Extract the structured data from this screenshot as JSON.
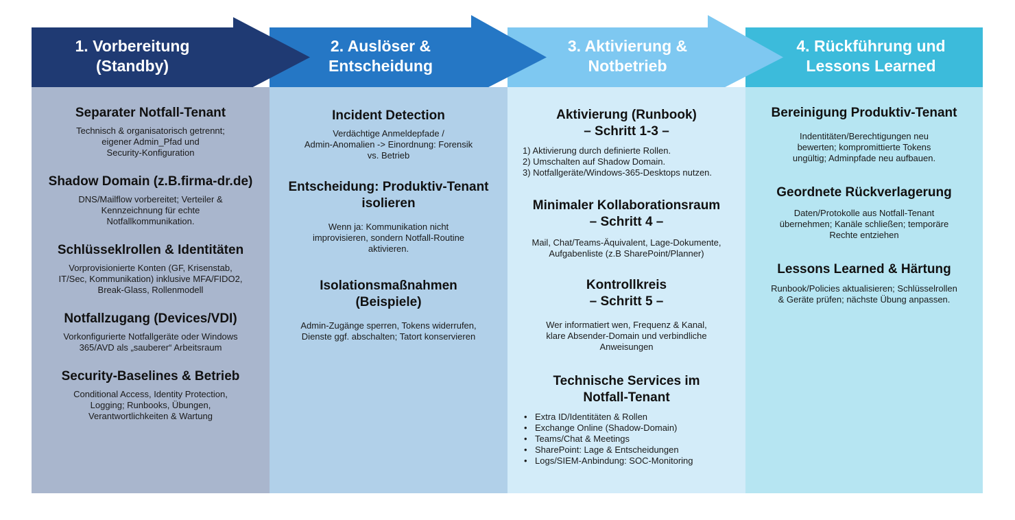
{
  "colors": {
    "phase1": "#1f3a73",
    "phase2": "#2577c5",
    "phase3": "#7ec8f1",
    "phase4": "#3cbbdb"
  },
  "phases": [
    {
      "title": "1. Vorbereitung\n(Standby)",
      "sections": [
        {
          "title": "Separater Notfall-Tenant",
          "body": "Technisch & organisatorisch getrennt;\neigener Admin_Pfad und\nSecurity-Konfiguration"
        },
        {
          "title": "Shadow Domain (z.B.firma-dr.de)",
          "body": "DNS/Mailflow vorbereitet; Verteiler &\nKennzeichnung für echte\nNotfallkommunikation."
        },
        {
          "title": "Schlüsseklrollen & Identitäten",
          "body": "Vorprovisionierte Konten (GF, Krisenstab,\nIT/Sec, Kommunikation) inklusive MFA/FIDO2,\nBreak-Glass, Rollenmodell"
        },
        {
          "title": "Notfallzugang (Devices/VDI)",
          "body": "Vorkonfigurierte Notfallgeräte oder Windows\n365/AVD als „sauberer“ Arbeitsraum"
        },
        {
          "title": "Security-Baselines & Betrieb",
          "body": "Conditional Access, Identity Protection,\nLogging; Runbooks, Übungen,\nVerantwortlichkeiten & Wartung"
        }
      ]
    },
    {
      "title": "2. Auslöser &\nEntscheidung",
      "sections": [
        {
          "title": "Incident Detection",
          "body": "Verdächtige Anmeldepfade /\nAdmin-Anomalien -> Einordnung: Forensik\nvs. Betrieb"
        },
        {
          "title": "Entscheidung: Produktiv-Tenant\nisolieren",
          "body": "Wenn ja: Kommunikation nicht\nimprovisieren, sondern Notfall-Routine\naktivieren."
        },
        {
          "title": "Isolationsmaßnahmen\n(Beispiele)",
          "body": "Admin-Zugänge sperren, Tokens widerrufen,\nDienste ggf. abschalten; Tatort konservieren"
        }
      ]
    },
    {
      "title": "3. Aktivierung &\nNotbetrieb",
      "sections": [
        {
          "title": "Aktivierung (Runbook)\n– Schritt 1-3 –",
          "list_type": "numbered",
          "items": [
            "1)  Aktivierung durch definierte Rollen.",
            "2)  Umschalten auf Shadow Domain.",
            "3)  Notfallgeräte/Windows-365-Desktops nutzen."
          ]
        },
        {
          "title": "Minimaler Kollaborationsraum\n– Schritt 4 –",
          "body": "Mail, Chat/Teams-Äquivalent, Lage-Dokumente,\nAufgabenliste (z.B SharePoint/Planner)"
        },
        {
          "title": "Kontrollkreis\n– Schritt 5 –",
          "body": "Wer informatiert wen, Frequenz & Kanal,\nklare Absender-Domain und verbindliche\nAnweisungen"
        },
        {
          "title": "Technische Services im\nNotfall-Tenant",
          "list_type": "bullets",
          "items": [
            "Extra ID/Identitäten & Rollen",
            "Exchange Online (Shadow-Domain)",
            "Teams/Chat & Meetings",
            "SharePoint: Lage & Entscheidungen",
            "Logs/SIEM-Anbindung: SOC-Monitoring"
          ]
        }
      ]
    },
    {
      "title": "4. Rückführung und\nLessons Learned",
      "sections": [
        {
          "title": "Bereinigung Produktiv-Tenant",
          "body": "Indentitäten/Berechtigungen neu\nbewerten; kompromittierte Tokens\nungültig; Adminpfade neu aufbauen."
        },
        {
          "title": "Geordnete Rückverlagerung",
          "body": "Daten/Protokolle aus Notfall-Tenant\nübernehmen; Kanäle schließen; temporäre\nRechte entziehen"
        },
        {
          "title": "Lessons Learned & Härtung",
          "body": "Runbook/Policies aktualisieren; Schlüsselrollen\n& Geräte prüfen; nächste Übung anpassen."
        }
      ]
    }
  ]
}
